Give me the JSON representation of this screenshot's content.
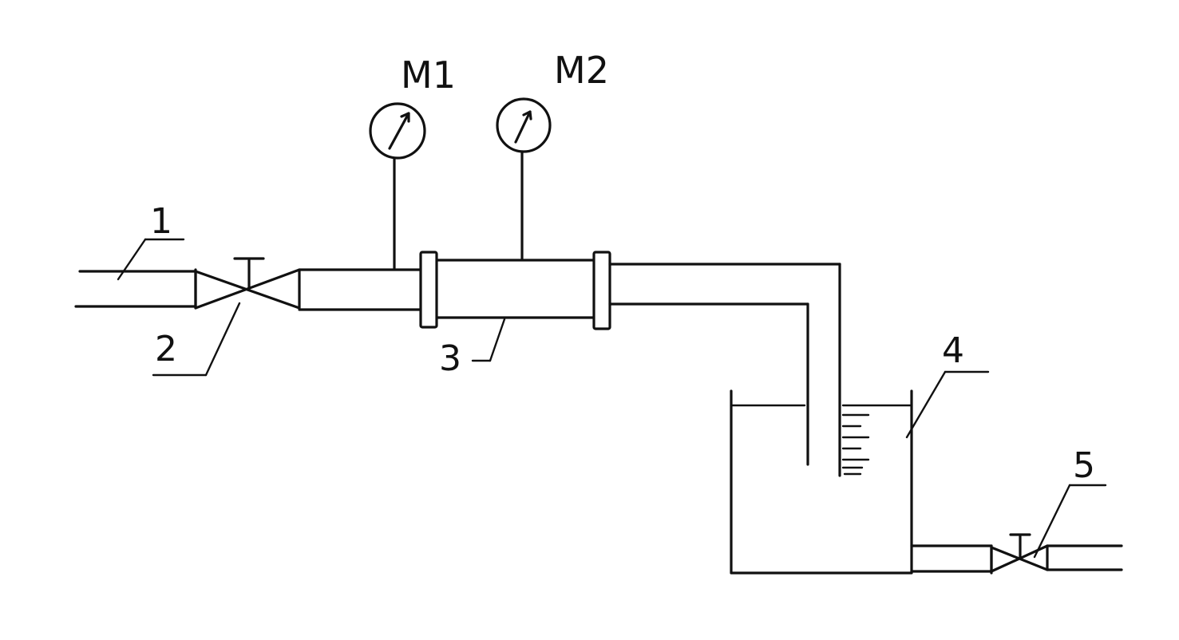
{
  "labels": {
    "gauge1": "M1",
    "gauge2": "M2",
    "item1": "1",
    "item2": "2",
    "item3": "3",
    "item4": "4",
    "item5": "5"
  },
  "colors": {
    "ink": "#111111",
    "paper": "#ffffff"
  }
}
